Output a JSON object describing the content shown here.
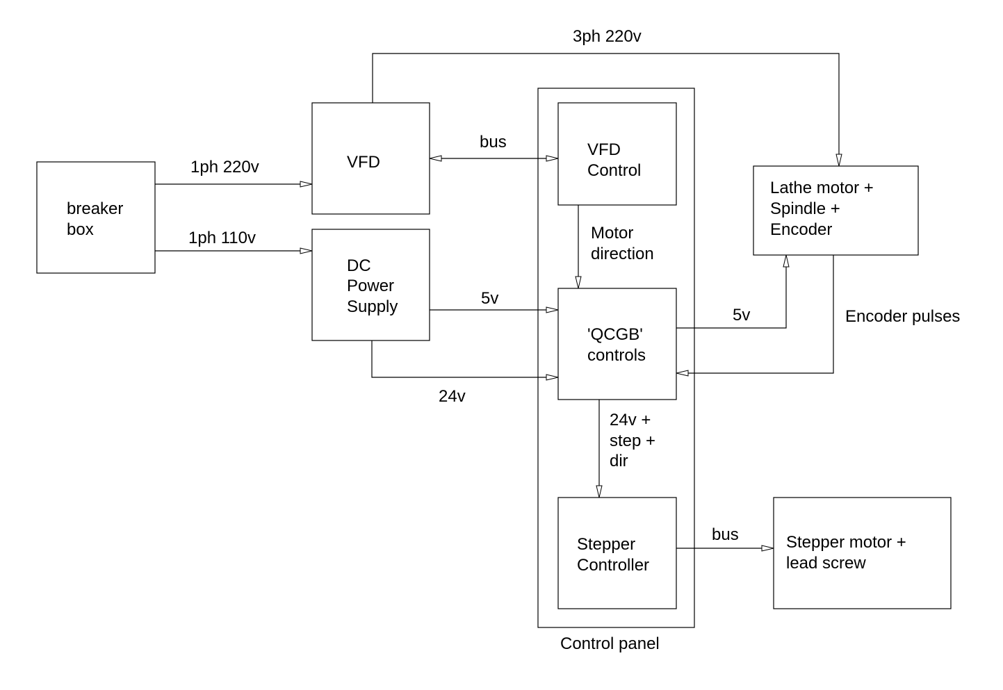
{
  "blocks": {
    "breaker_box": [
      "breaker",
      "box"
    ],
    "vfd": [
      "VFD"
    ],
    "dc_power_supply": [
      "DC",
      "Power",
      "Supply"
    ],
    "vfd_control": [
      "VFD",
      "Control"
    ],
    "qcgb_controls": [
      "'QCGB'",
      "controls"
    ],
    "stepper_controller": [
      "Stepper",
      "Controller"
    ],
    "lathe_motor": [
      "Lathe  motor +",
      "Spindle  +",
      "Encoder"
    ],
    "stepper_motor": [
      "Stepper motor +",
      "lead  screw"
    ],
    "control_panel": "Control panel"
  },
  "connections": {
    "three_phase": "3ph  220v",
    "one_phase_220": "1ph  220v",
    "one_phase_110": "1ph  110v",
    "bus_vfd": "bus",
    "motor_direction": [
      "Motor",
      "direction"
    ],
    "five_v_dc": "5v",
    "twentyfour_v": "24v",
    "five_v_lathe": "5v",
    "encoder_pulses": "Encoder pulses",
    "step_dir": [
      "24v  +",
      "step  +",
      "dir"
    ],
    "bus_stepper": "bus"
  }
}
